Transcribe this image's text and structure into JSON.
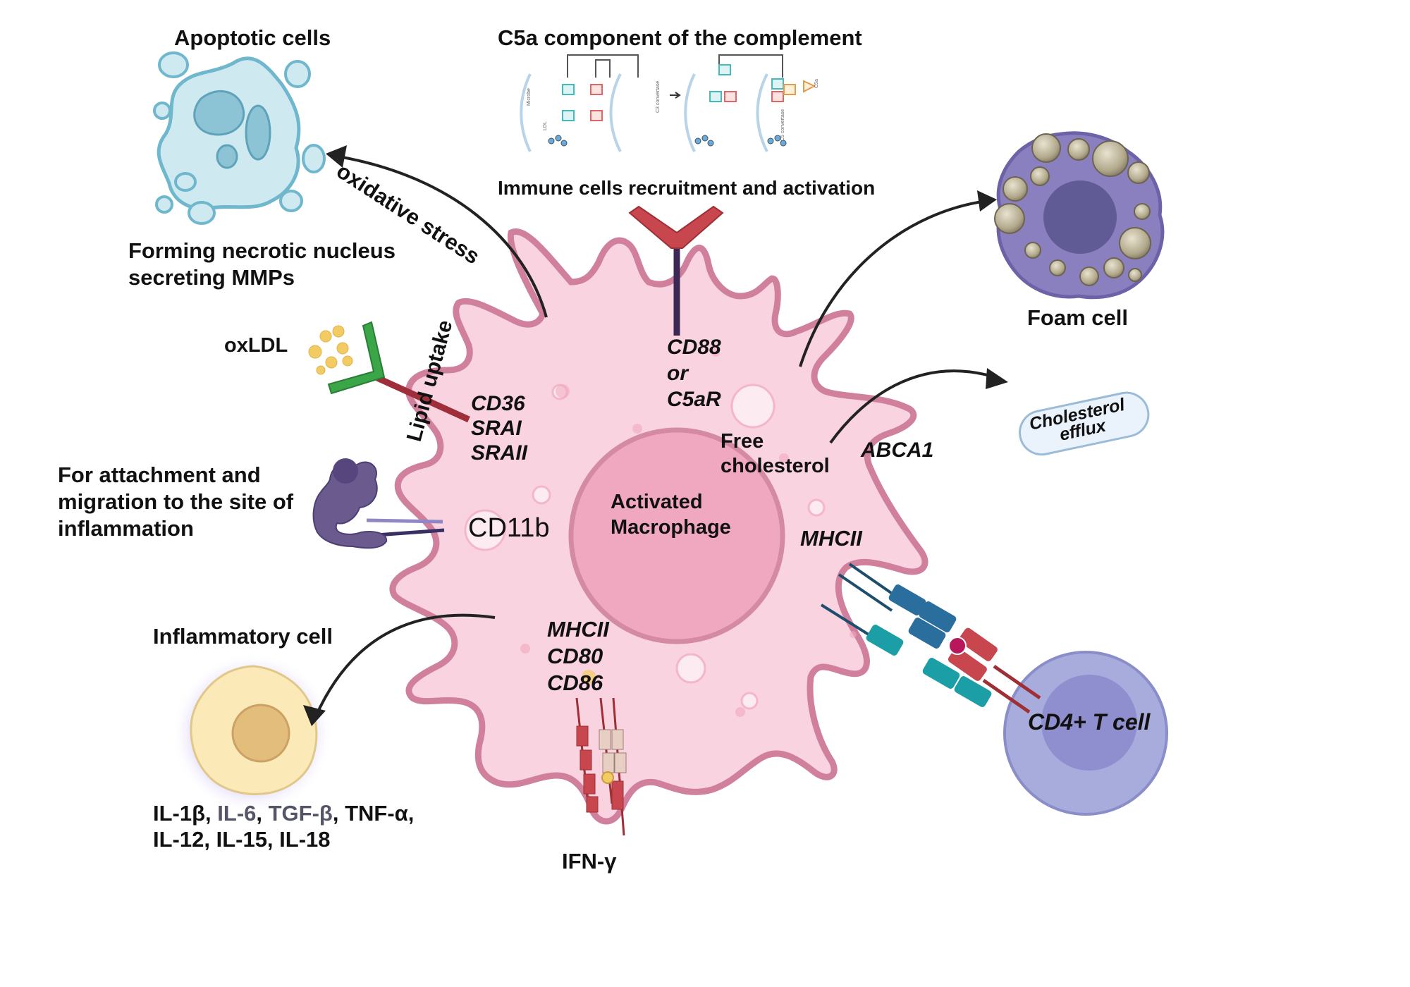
{
  "labels": {
    "apoptotic_cells": "Apoptotic cells",
    "necrotic_line1": "Forming necrotic nucleus",
    "necrotic_line2": "secreting MMPs",
    "oxidative_stress": "oxidative stress",
    "c5a_title": "C5a component of the complement",
    "immune_recruitment": "Immune cells recruitment and activation",
    "foam_cell": "Foam cell",
    "cholesterol_efflux_line1": "Cholesterol",
    "cholesterol_efflux_line2": "efflux",
    "free_cholesterol_line1": "Free",
    "free_cholesterol_line2": "cholesterol",
    "abca1": "ABCA1",
    "oxldl": "oxLDL",
    "lipid_uptake": "Lipid uptake",
    "cd36": "CD36",
    "srai": "SRAI",
    "sraii": "SRAII",
    "cd88": "CD88",
    "or": "or",
    "c5ar": "C5aR",
    "attachment_line1": "For attachment and",
    "attachment_line2": "migration to the site of",
    "attachment_line3": "inflammation",
    "cd11b": "CD11b",
    "activated_line1": "Activated",
    "activated_line2": "Macrophage",
    "mhcii_right": "MHCII",
    "mhcii_bottom": "MHCII",
    "cd80": "CD80",
    "cd86": "CD86",
    "inflammatory_cell": "Inflammatory cell",
    "cytokines_line1_a": "IL-1β, ",
    "cytokines_line1_b": "IL-6",
    "cytokines_line1_c": ", ",
    "cytokines_line1_d": "TGF-β",
    "cytokines_line1_e": ", TNF-α,",
    "cytokines_line2": "IL-12, IL-15, IL-18",
    "ifn_gamma": "IFN-γ",
    "cd4_t_cell": "CD4+ T cell"
  },
  "complement_inset": {
    "microbe_label": "Microbe",
    "ldl_label": "LDL",
    "c3_convertase": "C3 convertase",
    "c5_convertase": "C5 convertase",
    "c5a_label": "C5a"
  },
  "colors": {
    "macrophage_fill": "#f9d3df",
    "macrophage_outline": "#d0809c",
    "nucleus_fill": "#f0a8c0",
    "receptor_red": "#c8474e",
    "receptor_green": "#3aa648",
    "foam_purple": "#8a80c0",
    "tcell_blue": "#a8acdc",
    "apoptotic_blue": "#cfe9f1",
    "inflammatory_yellow": "#fbeab8"
  }
}
